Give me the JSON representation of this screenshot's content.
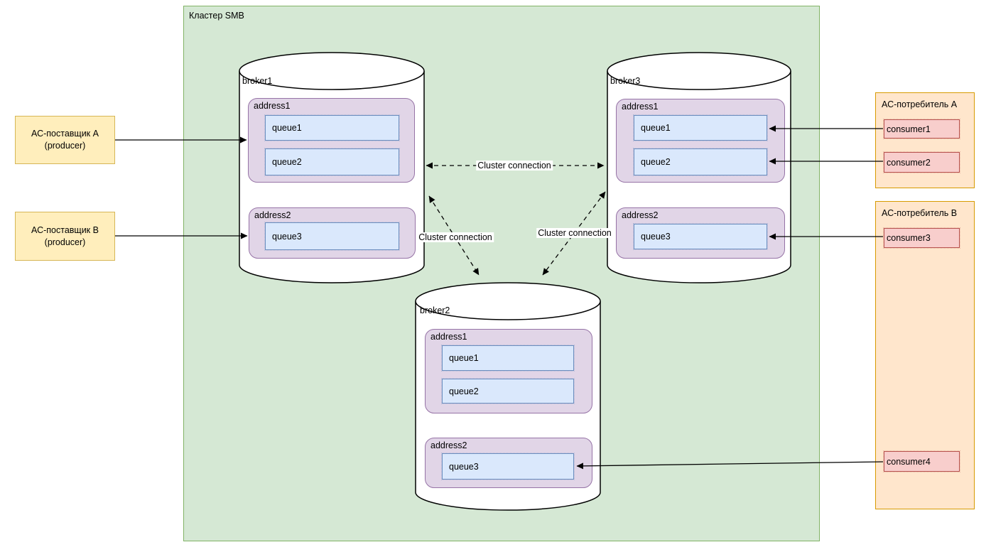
{
  "cluster": {
    "label": "Кластер SMB",
    "connection_label": "Cluster connection"
  },
  "brokers": {
    "broker1": {
      "label": "broker1",
      "address1": {
        "label": "address1",
        "queue1": "queue1",
        "queue2": "queue2"
      },
      "address2": {
        "label": "address2",
        "queue3": "queue3"
      }
    },
    "broker2": {
      "label": "broker2",
      "address1": {
        "label": "address1",
        "queue1": "queue1",
        "queue2": "queue2"
      },
      "address2": {
        "label": "address2",
        "queue3": "queue3"
      }
    },
    "broker3": {
      "label": "broker3",
      "address1": {
        "label": "address1",
        "queue1": "queue1",
        "queue2": "queue2"
      },
      "address2": {
        "label": "address2",
        "queue3": "queue3"
      }
    }
  },
  "producers": {
    "a": {
      "name": "АС-поставщик А",
      "role": "(producer)"
    },
    "b": {
      "name": "АС-поставщик В",
      "role": "(producer)"
    }
  },
  "consumer_groups": {
    "a": {
      "label": "АС-потребитель А",
      "consumer1": "consumer1",
      "consumer2": "consumer2"
    },
    "b": {
      "label": "АС-потребитель В",
      "consumer3": "consumer3",
      "consumer4": "consumer4"
    }
  },
  "colors": {
    "cluster_fill": "#d5e8d4",
    "cluster_stroke": "#82b366",
    "producer_fill": "#ffeebc",
    "producer_stroke": "#d6b656",
    "consumer_group_fill": "#ffe6cc",
    "consumer_group_stroke": "#d79b00",
    "consumer_fill": "#f8cecc",
    "consumer_stroke": "#b85450",
    "address_fill": "#e1d5e7",
    "address_stroke": "#9673a6",
    "queue_fill": "#dae8fc",
    "queue_stroke": "#6c8ebf",
    "cylinder_fill": "#ffffff",
    "cylinder_stroke": "#000000",
    "arrow": "#000000"
  }
}
